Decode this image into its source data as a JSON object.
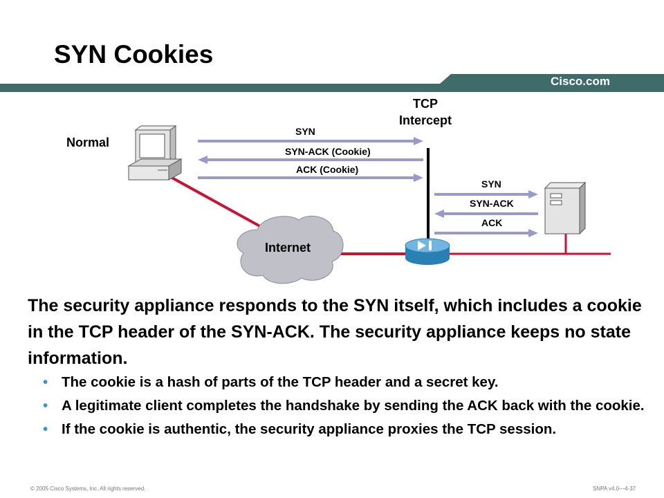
{
  "slide": {
    "title": "SYN Cookies",
    "brand": "Cisco.com"
  },
  "diagram": {
    "normal_label": "Normal",
    "tcp_intercept_label_line1": "TCP",
    "tcp_intercept_label_line2": "Intercept",
    "internet_label": "Internet",
    "left_arrows": {
      "syn": "SYN",
      "syn_ack": "SYN-ACK (Cookie)",
      "ack": "ACK (Cookie)"
    },
    "right_arrows": {
      "syn": "SYN",
      "syn_ack": "SYN-ACK",
      "ack": "ACK"
    }
  },
  "body": {
    "main_text": "The security appliance responds to the SYN itself, which includes a cookie in the TCP header of the SYN-ACK. The security appliance keeps no state information.",
    "bullets": [
      {
        "text": "The cookie is a hash of parts of the TCP header and a secret key."
      },
      {
        "text": "A legitimate client completes the handshake by sending the ACK back with the cookie."
      },
      {
        "text": "If the cookie is authentic, the security appliance proxies the TCP session."
      }
    ]
  },
  "footer": {
    "left": "© 2005 Cisco Systems, Inc. All rights reserved.",
    "right": "SNPA v4.0—4-37"
  },
  "colors": {
    "header_bar": "#3f6b6b",
    "arrow": "#9999cc",
    "link": "#cc1133",
    "bullet": "#3399cc"
  }
}
